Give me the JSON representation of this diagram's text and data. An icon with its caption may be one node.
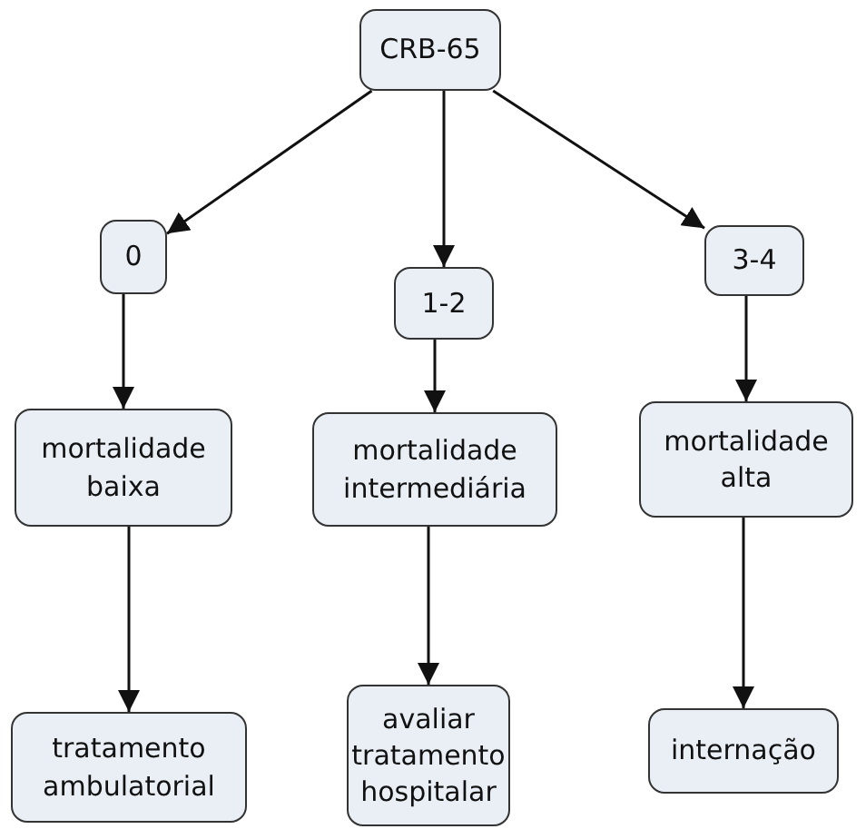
{
  "diagram": {
    "nodes": [
      {
        "text": [
          "CRB-65"
        ]
      },
      {
        "text": [
          "0"
        ]
      },
      {
        "text": [
          "1-2"
        ]
      },
      {
        "text": [
          "3-4"
        ]
      },
      {
        "text": [
          "mortalidade baixa"
        ]
      },
      {
        "text": [
          "mortalidade intermediária"
        ]
      },
      {
        "text": [
          "mortalidade alta"
        ]
      },
      {
        "text": [
          "tratamento ambulatorial"
        ]
      },
      {
        "text": [
          "avaliar tratamento hospitalar"
        ]
      },
      {
        "text": [
          "internação"
        ]
      }
    ],
    "edges": [
      {
        "from": 0,
        "to": 1,
        "arrow": "to"
      },
      {
        "from": 0,
        "to": 2,
        "arrow": "to"
      },
      {
        "from": 0,
        "to": 3,
        "arrow": "to"
      },
      {
        "from": 1,
        "to": 4,
        "arrow": "to"
      },
      {
        "from": 2,
        "to": 5,
        "arrow": "to"
      },
      {
        "from": 3,
        "to": 6,
        "arrow": "to"
      },
      {
        "from": 4,
        "to": 7,
        "arrow": "to"
      },
      {
        "from": 5,
        "to": 8,
        "arrow": "to"
      },
      {
        "from": 6,
        "to": 9,
        "arrow": "to"
      }
    ]
  }
}
